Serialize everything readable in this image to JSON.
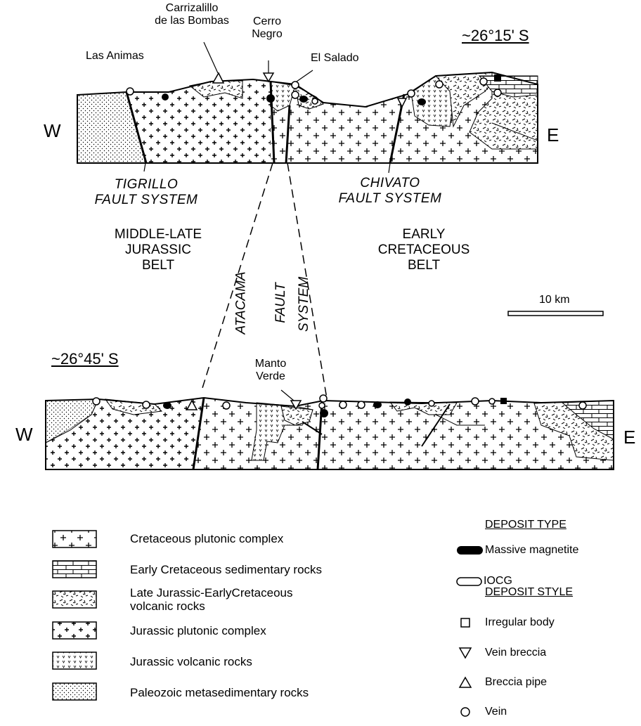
{
  "upper_section": {
    "latitude": "~26°15' S",
    "west": "W",
    "east": "E",
    "localities": {
      "las_animas": "Las Animas",
      "carrizalillo": "Carrizalillo\nde las Bombas",
      "cerro_negro": "Cerro\nNegro",
      "el_salado": "El Salado"
    },
    "faults": {
      "tigrillo": "TIGRILLO\nFAULT SYSTEM",
      "chivato": "CHIVATO\nFAULT SYSTEM"
    }
  },
  "middle": {
    "jurassic_belt": "MIDDLE-LATE\nJURASSIC\nBELT",
    "cretaceous_belt": "EARLY\nCRETACEOUS\nBELT",
    "atacama": [
      "ATACAMA",
      "FAULT",
      "SYSTEM"
    ],
    "scale": "10 km"
  },
  "lower_section": {
    "latitude": "~26°45' S",
    "west": "W",
    "east": "E",
    "localities": {
      "manto_verde": "Manto\nVerde"
    }
  },
  "legend": {
    "units": [
      {
        "label": "Cretaceous plutonic complex",
        "pattern": "cret-plutonic"
      },
      {
        "label": "Early Cretaceous sedimentary rocks",
        "pattern": "sedimentary"
      },
      {
        "label": "Late Jurassic-EarlyCretaceous\nvolcanic rocks",
        "pattern": "volcanic-lj"
      },
      {
        "label": "Jurassic plutonic complex",
        "pattern": "jur-plutonic"
      },
      {
        "label": "Jurassic volcanic rocks",
        "pattern": "jur-volcanic"
      },
      {
        "label": "Paleozoic metasedimentary rocks",
        "pattern": "paleozoic"
      }
    ],
    "deposit_type_title": "DEPOSIT TYPE",
    "deposit_types": [
      {
        "label": "Massive magnetite",
        "symbol": "filled-oval-icon"
      },
      {
        "label": "IOCG",
        "symbol": "open-oval-icon"
      }
    ],
    "deposit_style_title": "DEPOSIT STYLE",
    "deposit_styles": [
      {
        "label": "Irregular body",
        "symbol": "square-icon"
      },
      {
        "label": "Vein breccia",
        "symbol": "down-triangle-icon"
      },
      {
        "label": "Breccia pipe",
        "symbol": "up-triangle-icon"
      },
      {
        "label": "Vein",
        "symbol": "circle-icon"
      }
    ]
  }
}
